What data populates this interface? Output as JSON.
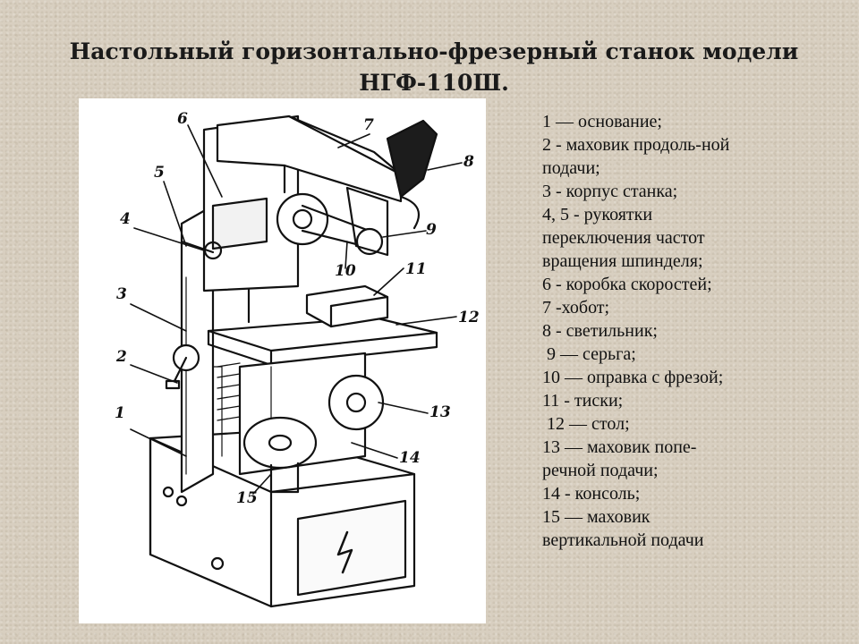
{
  "title_line1": "Настольный горизонтально-фрезерный станок модели",
  "title_line2": "НГФ-110Ш.",
  "legend": [
    "1 — основание;",
    "2 - маховик продоль-ной",
    "подачи;",
    "3 - корпус станка;",
    "4, 5 - рукоятки",
    "переключения частот",
    "вращения шпинделя;",
    "6 - коробка скоростей;",
    "7 -хобот;",
    "8 - светильник;",
    " 9 — серьга;",
    "10 — оправка с фрезой;",
    "11 - тиски;",
    " 12 — стол;",
    "13 — маховик попе-",
    "речной подачи;",
    "14 - консоль;",
    "15 — маховик",
    "вертикальной подачи"
  ],
  "callouts": {
    "c1": "1",
    "c2": "2",
    "c3": "3",
    "c4": "4",
    "c5": "5",
    "c6": "6",
    "c7": "7",
    "c8": "8",
    "c9": "9",
    "c10": "10",
    "c11": "11",
    "c12": "12",
    "c13": "13",
    "c14": "14",
    "c15": "15"
  }
}
